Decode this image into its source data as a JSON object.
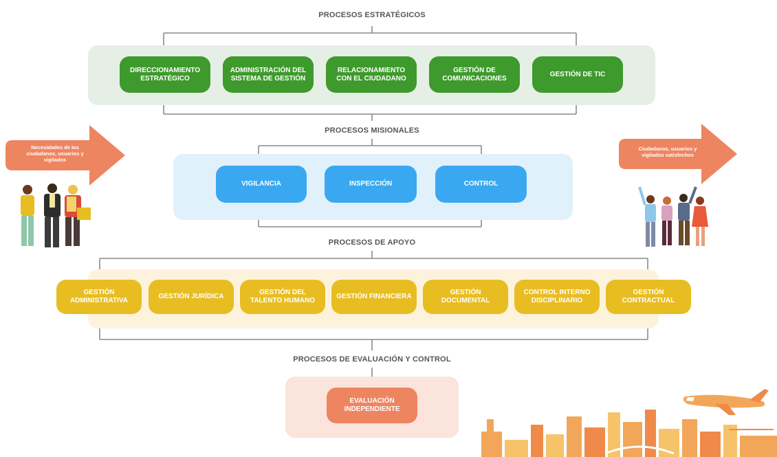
{
  "sections": {
    "estrategicos": {
      "title": "PROCESOS  ESTRATÉGICOS",
      "items": [
        "DIRECCIONAMIENTO ESTRATÉGICO",
        "ADMINISTRACIÓN DEL SISTEMA DE GESTIÓN",
        "RELACIONAMIENTO CON EL CIUDADANO",
        "GESTIÓN DE COMUNICACIONES",
        "GESTIÓN DE TIC"
      ]
    },
    "misionales": {
      "title": "PROCESOS MISIONALES",
      "items": [
        "VIGILANCIA",
        "INSPECCIÓN",
        "CONTROL"
      ]
    },
    "apoyo": {
      "title": "PROCESOS DE APOYO",
      "items": [
        "GESTIÓN ADMINISTRATIVA",
        "GESTIÓN JURÍDICA",
        "GESTIÓN DEL TALENTO HUMANO",
        "GESTIÓN FINANCIERA",
        "GESTIÓN DOCUMENTAL",
        "CONTROL INTERNO DISCIPLINARIO",
        "GESTIÓN CONTRACTUAL"
      ]
    },
    "evaluacion": {
      "title": "PROCESOS DE EVALUACIÓN Y CONTROL",
      "items": [
        "EVALUACIÓN INDEPENDIENTE"
      ]
    }
  },
  "input_arrow": "Necesidades de los ciudadanos, usuarios y vigilados",
  "output_arrow": "Ciudadanos, usuarios y vigilados satisfechos",
  "colors": {
    "green": "#3e9a2c",
    "blue": "#3aa8f0",
    "yellow": "#e8bd22",
    "orange": "#ee8561",
    "band_green": "#e6efe6",
    "band_blue": "#e1f1fc",
    "band_yellow": "#fdf3dd",
    "band_orange": "#fbe4dc"
  }
}
